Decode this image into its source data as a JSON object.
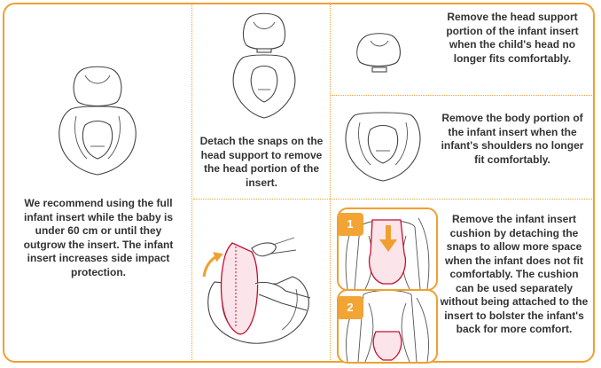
{
  "panels": {
    "full_insert": {
      "text": "We recommend using the full infant insert while the baby is under 60 cm or until they outgrow the insert. The infant insert increases side impact protection."
    },
    "detach_head": {
      "text": "Detach the snaps on the head support to remove the head portion of the insert."
    },
    "remove_head": {
      "text": "Remove the head support portion of the infant insert when the child's head no longer fits comfortably."
    },
    "remove_body": {
      "text": "Remove the body portion of the infant insert when the infant's shoulders no longer fit comfortably."
    },
    "remove_cushion": {
      "text": "Remove the infant insert cushion by detaching the snaps to allow more space when the infant does not fit comfortably. The cushion can be used separately without being attached to the insert to bolster the infant's back for more comfort.",
      "step_labels": [
        "1",
        "2"
      ]
    }
  },
  "colors": {
    "accent": "#f0a030",
    "highlight": "#c4102e"
  },
  "icons": [
    "full-insert-illustration",
    "head-support-illustration",
    "body-insert-illustration",
    "arrow-icon"
  ]
}
